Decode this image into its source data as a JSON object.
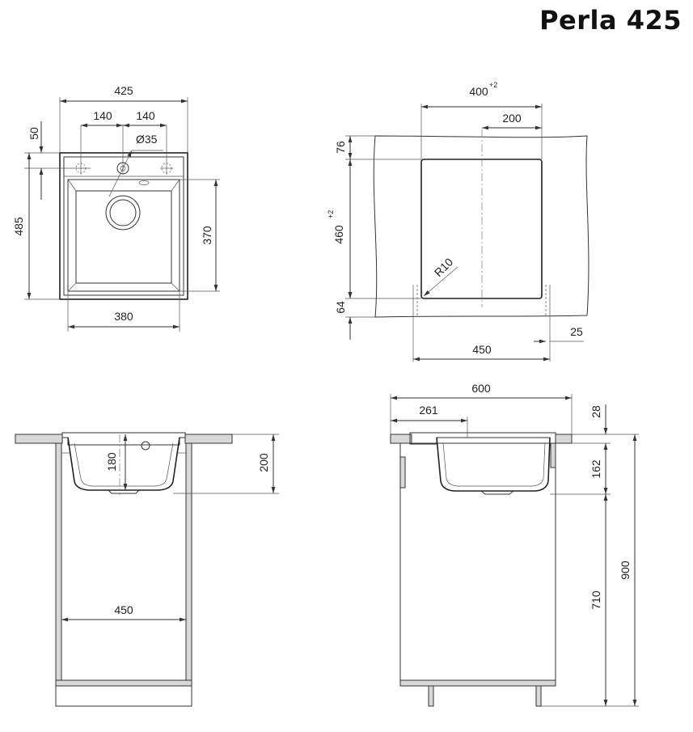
{
  "title": "Perla 425",
  "views": {
    "top": {
      "width": "425",
      "hole_offset_left": "140",
      "hole_offset_right": "140",
      "tap_hole": "Ø35",
      "edge_offset": "50",
      "depth": "485",
      "bowl_depth": "370",
      "bowl_width": "380"
    },
    "cutout": {
      "width": "400",
      "width_tol": "+2",
      "half_width": "200",
      "top_margin": "76",
      "height": "460",
      "height_tol": "+2",
      "bottom_margin": "64",
      "radius": "R10",
      "cabinet": "450",
      "edge": "25"
    },
    "front": {
      "bowl_depth": "180",
      "total_depth": "200",
      "cabinet_width": "450"
    },
    "side": {
      "counter_depth": "600",
      "bowl_offset": "261",
      "counter_thickness": "28",
      "sink_depth": "162",
      "cabinet_height": "710",
      "total_height": "900"
    }
  }
}
